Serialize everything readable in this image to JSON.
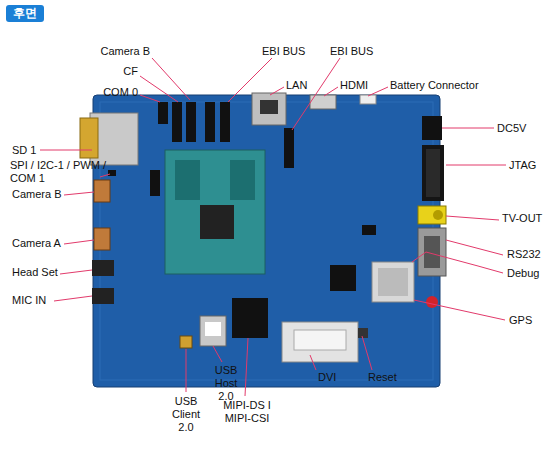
{
  "diagram": {
    "title": "후면",
    "labels": [
      "Camera B",
      "EBI BUS",
      "EBI BUS",
      "CF",
      "LAN",
      "HDMI",
      "Battery Connector",
      "COM 0",
      "SD 1",
      "DC5V",
      "SPI / I2C-1 / PWM / COM 1",
      "JTAG",
      "Camera B",
      "TV-OUT",
      "Camera A",
      "RS232",
      "Debug",
      "Head Set",
      "MIC IN",
      "GPS",
      "USB Client 2.0",
      "USB Host 2.0",
      "MIPI-DS I MIPI-CSI",
      "DVI",
      "Reset"
    ]
  }
}
